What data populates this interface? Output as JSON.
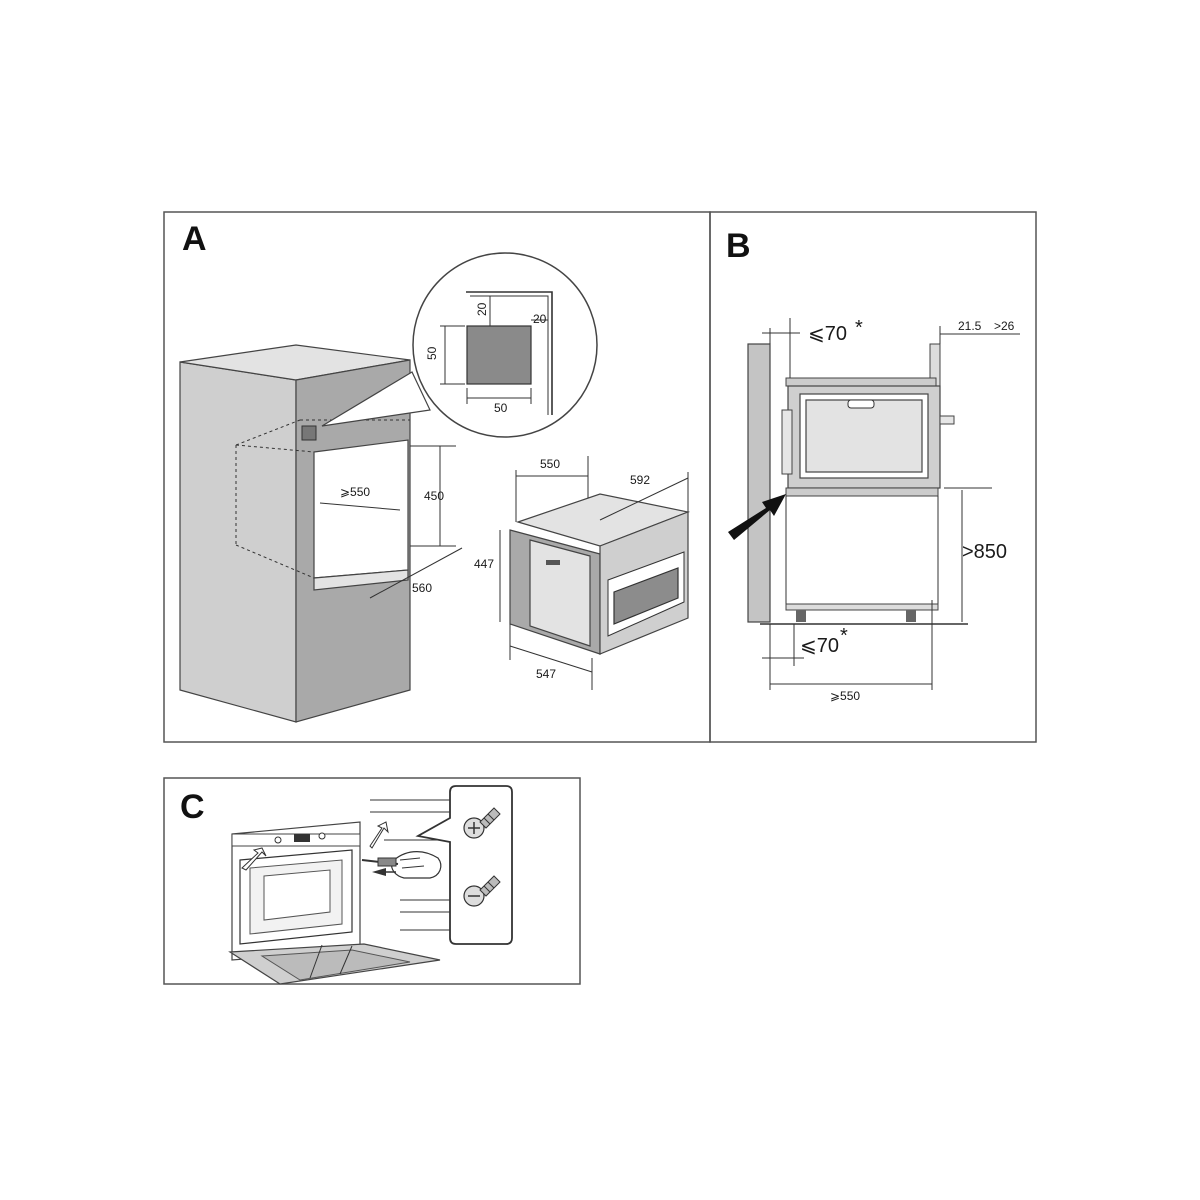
{
  "panels": {
    "a": {
      "letter": "A",
      "vent": {
        "h_top": "20",
        "h_right": "20",
        "side": "50",
        "bottom": "50"
      },
      "cabinet": {
        "depth": "⩾550",
        "height": "450",
        "width": "560"
      },
      "oven": {
        "depth_top": "550",
        "width_top": "592",
        "height": "447",
        "depth_bottom": "547"
      }
    },
    "b": {
      "letter": "B",
      "gap_top": "⩽70",
      "gap_bottom": "⩽70",
      "asterisk": "*",
      "side_gap": "21.5",
      "side_gap_max": ">26",
      "counter_height": ">850",
      "min_depth": "⩾550"
    },
    "c": {
      "letter": "C"
    }
  },
  "colors": {
    "frame": "#555555",
    "steel": "#cfcfcf",
    "dark_steel": "#a9a9a9",
    "glass": "#8c8c8c"
  },
  "icons": [
    "screw-icon",
    "arrow-icon",
    "hand-icon",
    "screwdriver-icon"
  ]
}
